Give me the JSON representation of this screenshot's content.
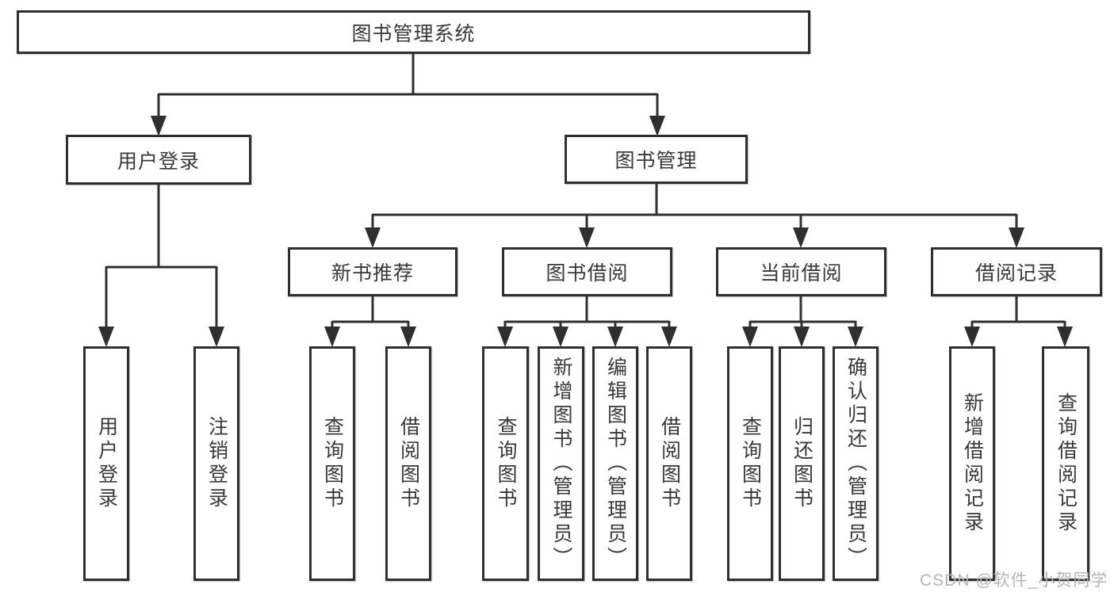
{
  "diagram": {
    "root": "图书管理系统",
    "branches": [
      {
        "label": "用户登录",
        "children": [
          "用户登录",
          "注销登录"
        ]
      },
      {
        "label": "图书管理",
        "groups": [
          {
            "label": "新书推荐",
            "children": [
              "查询图书",
              "借阅图书"
            ]
          },
          {
            "label": "图书借阅",
            "children": [
              "查询图书",
              "新增图书（管理员）",
              "编辑图书（管理员）",
              "借阅图书"
            ]
          },
          {
            "label": "当前借阅",
            "children": [
              "查询图书",
              "归还图书",
              "确认归还（管理员）"
            ]
          },
          {
            "label": "借阅记录",
            "children": [
              "新增借阅记录",
              "查询借阅记录"
            ]
          }
        ]
      }
    ]
  },
  "watermark": "CSDN @软件_小贺同学",
  "colors": {
    "line": "#2f2f2f",
    "box_border": "#2f2f2f",
    "text": "#383838",
    "background": "#ffffff",
    "watermark": "#b5b5b5"
  }
}
